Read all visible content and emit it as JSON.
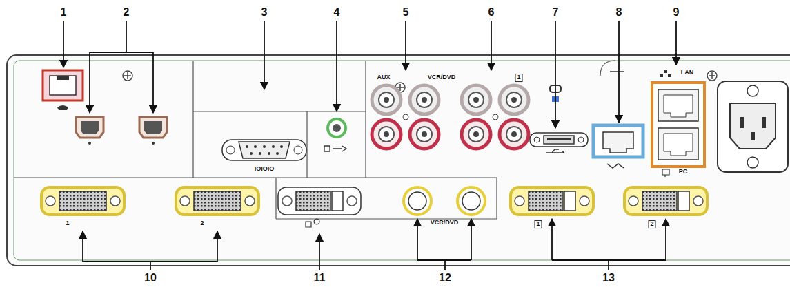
{
  "diagram": {
    "labels": [
      "1",
      "2",
      "3",
      "4",
      "5",
      "6",
      "7",
      "8",
      "9",
      "AUX",
      "VCR/DVD",
      "1",
      "IOIOIO",
      "LAN",
      "PC",
      "1",
      "2",
      "VCR/DVD",
      "1",
      "2",
      "10",
      "11",
      "12",
      "13"
    ]
  }
}
